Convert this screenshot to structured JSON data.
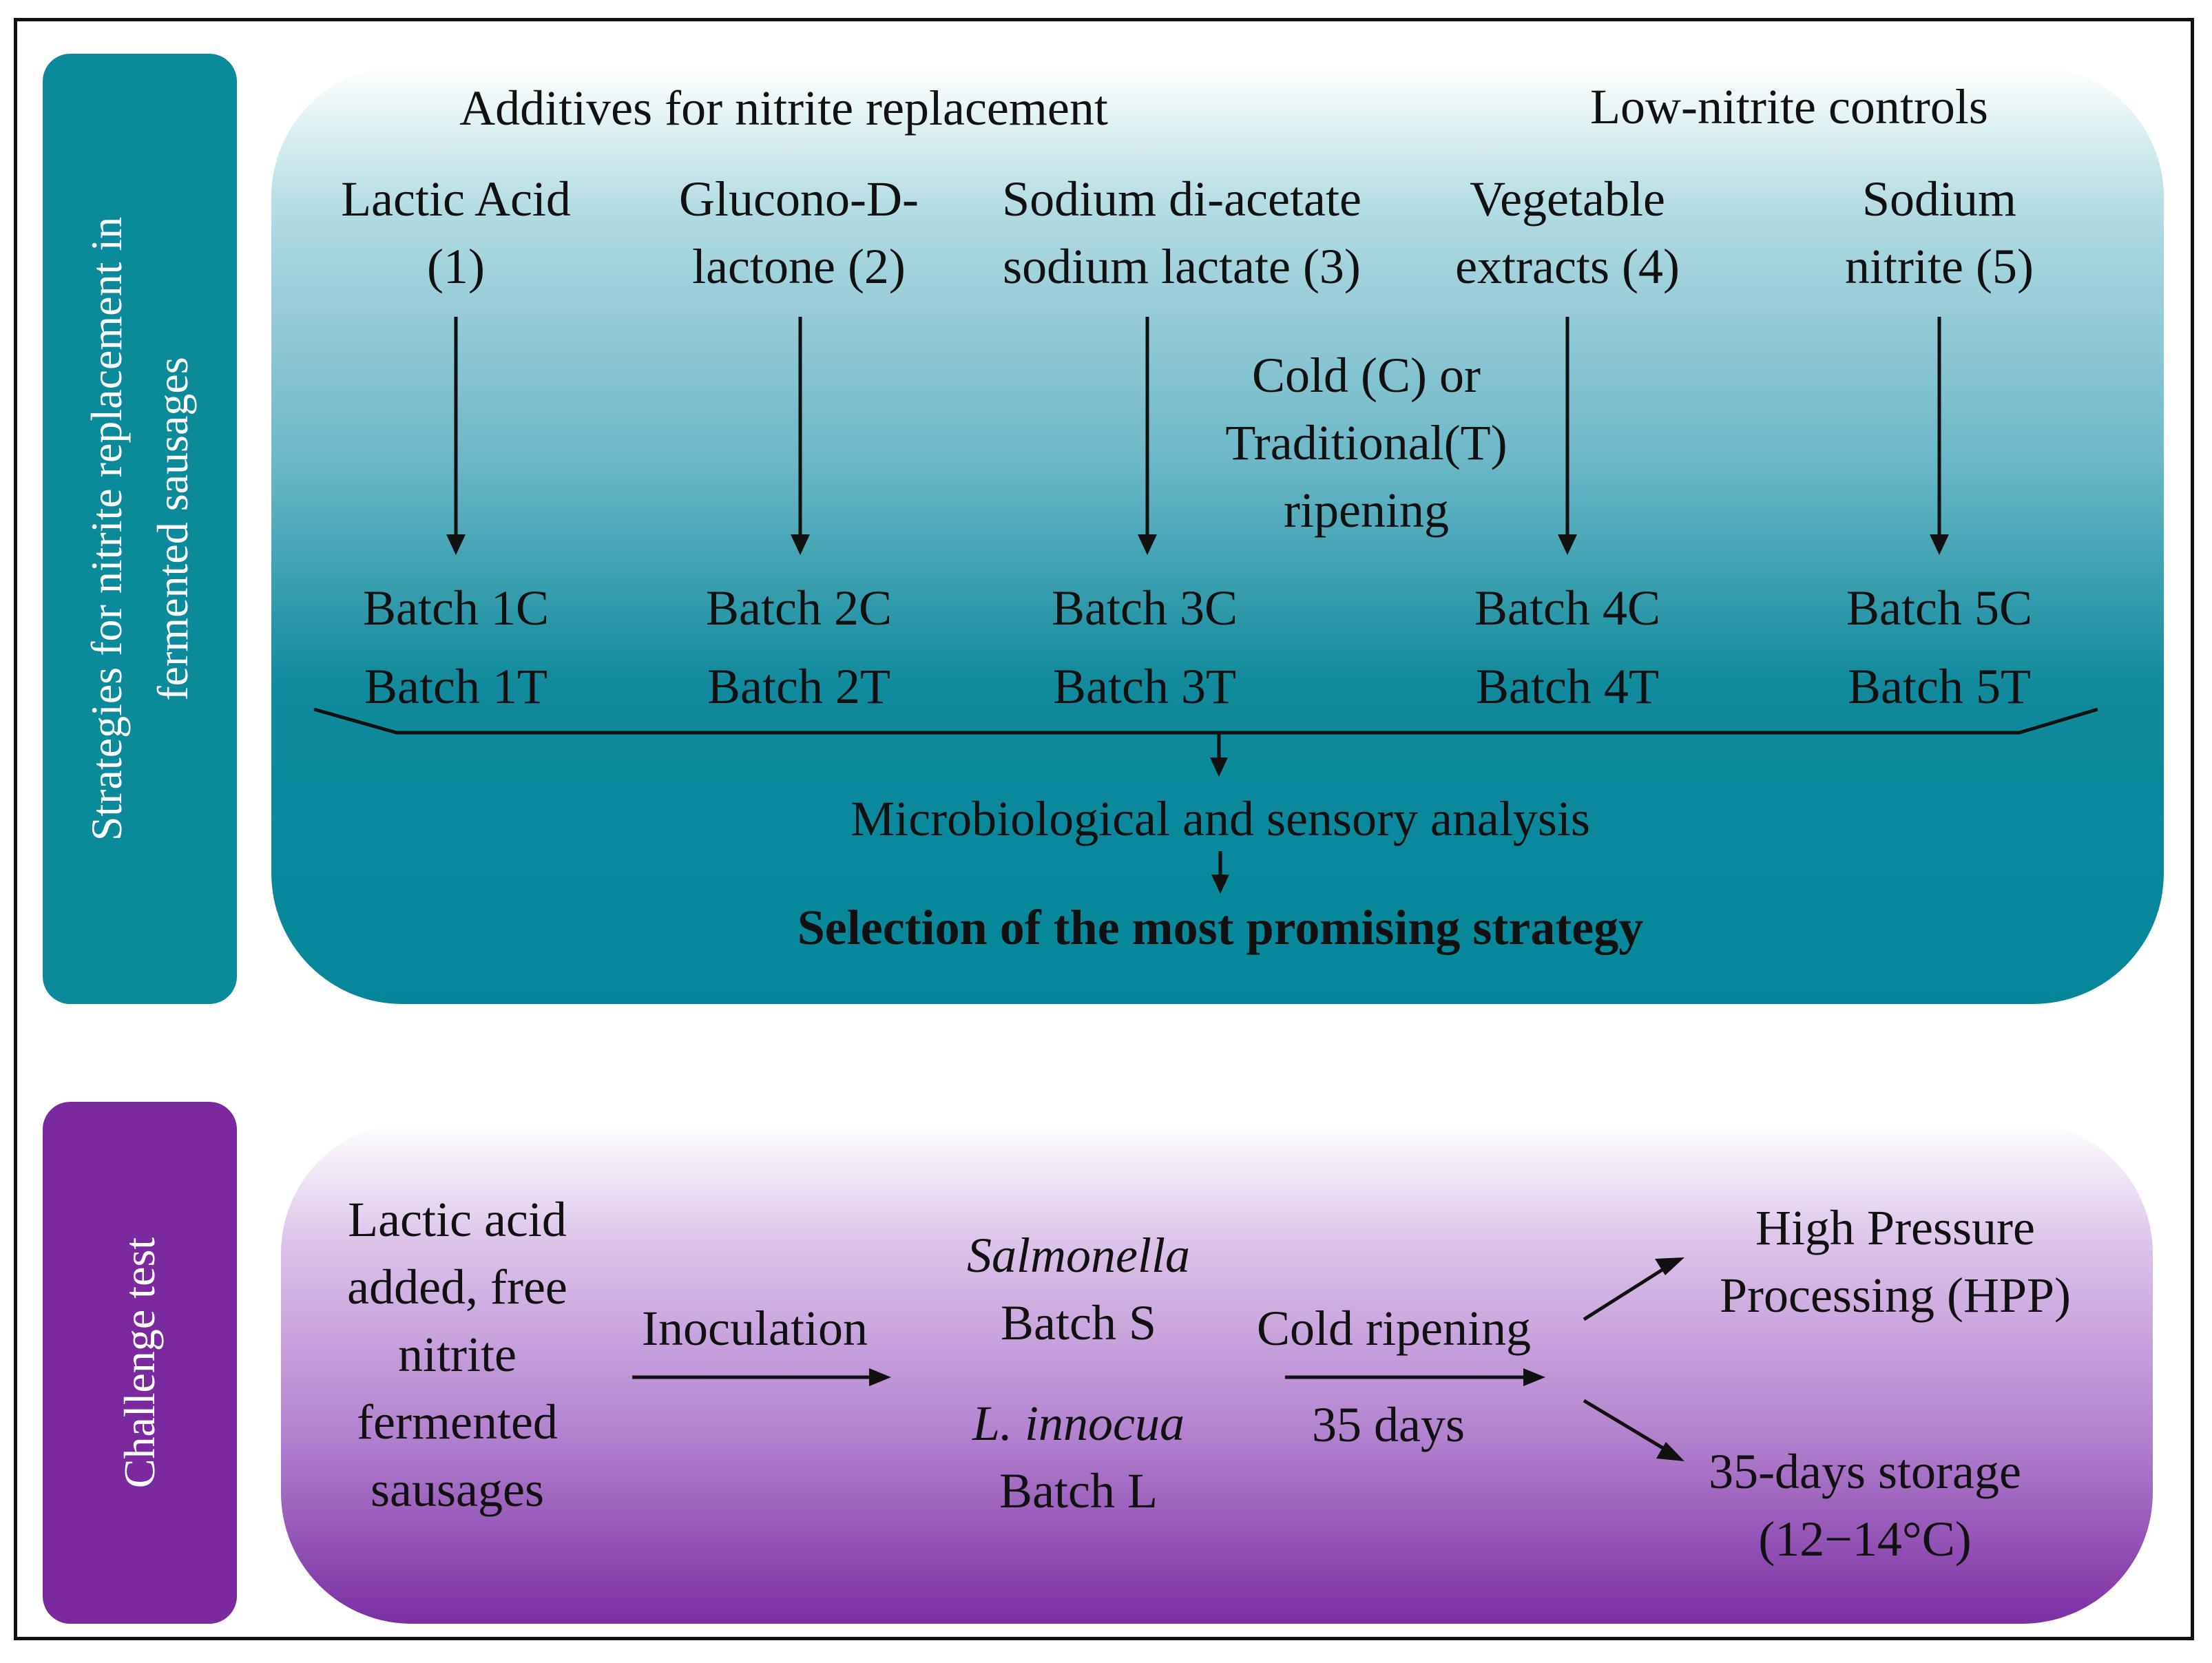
{
  "top_section": {
    "sidebar_label_line1": "Strategies for nitrite replacement in",
    "sidebar_label_line2": "fermented sausages",
    "heading_additives": "Additives for nitrite replacement",
    "heading_controls": "Low-nitrite controls",
    "strategies": [
      {
        "line1": "Lactic Acid",
        "line2": "(1)",
        "batch_c": "Batch 1C",
        "batch_t": "Batch 1T"
      },
      {
        "line1": "Glucono-D-",
        "line2": "lactone (2)",
        "batch_c": "Batch 2C",
        "batch_t": "Batch 2T"
      },
      {
        "line1": "Sodium di-acetate",
        "line2": "sodium lactate (3)",
        "batch_c": "Batch 3C",
        "batch_t": "Batch 3T"
      },
      {
        "line1": "Vegetable",
        "line2": "extracts (4)",
        "batch_c": "Batch 4C",
        "batch_t": "Batch 4T"
      },
      {
        "line1": "Sodium",
        "line2": "nitrite (5)",
        "batch_c": "Batch 5C",
        "batch_t": "Batch 5T"
      }
    ],
    "ripening_line1": "Cold (C) or",
    "ripening_line2": "Traditional(T)",
    "ripening_line3": "ripening",
    "analysis": "Microbiological and sensory analysis",
    "selection": "Selection of the most promising strategy"
  },
  "bottom_section": {
    "sidebar_label": "Challenge test",
    "start_line1": "Lactic acid",
    "start_line2": "added, free",
    "start_line3": "nitrite",
    "start_line4": "fermented",
    "start_line5": "sausages",
    "inoculation": "Inoculation",
    "salmonella": "Salmonella",
    "batch_s": "Batch S",
    "l_innocua": "L. innocua",
    "batch_l": "Batch L",
    "cold_ripening": "Cold ripening",
    "duration": "35 days",
    "hpp_line1": "High Pressure",
    "hpp_line2": "Processing (HPP)",
    "storage_line1": "35-days storage",
    "storage_line2": "(12−14°C)"
  },
  "colors": {
    "teal": "#0a8a9b",
    "purple": "#7a2a9e"
  }
}
